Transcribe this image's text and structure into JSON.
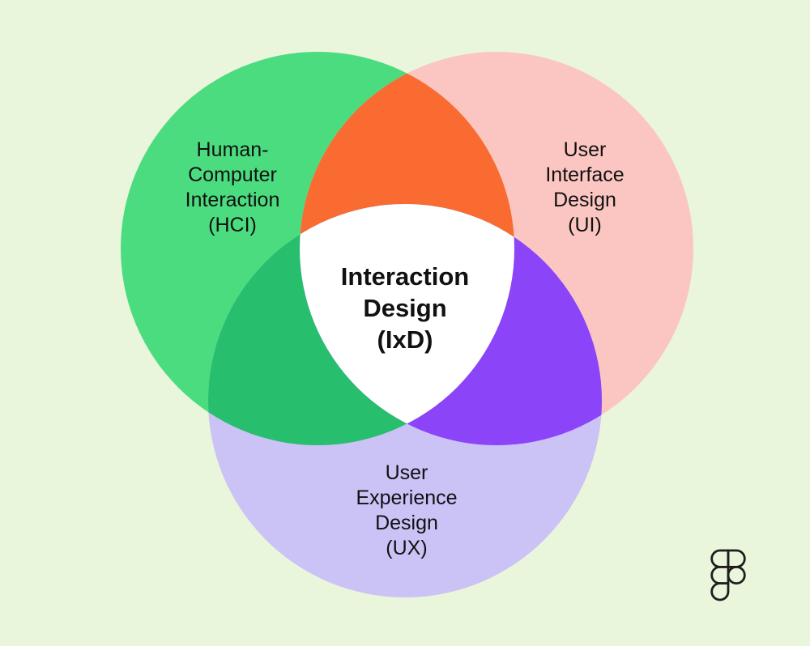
{
  "page": {
    "background": "#EAF6DB"
  },
  "diagram": {
    "type": "venn-3",
    "text_color": "#111111",
    "sets": [
      {
        "id": "hci",
        "color": "#4BDC80",
        "label_lines": [
          "Human-",
          "Computer",
          "Interaction",
          "(HCI)"
        ]
      },
      {
        "id": "ui",
        "color": "#FBC6C1",
        "label_lines": [
          "User",
          "Interface",
          "Design",
          "(UI)"
        ]
      },
      {
        "id": "ux",
        "color": "#CBC2F6",
        "label_lines": [
          "User",
          "Experience",
          "Design",
          "(UX)"
        ]
      }
    ],
    "overlaps": [
      {
        "between": "hci+ui",
        "color": "#F96B31"
      },
      {
        "between": "hci+ux",
        "color": "#27BE6E"
      },
      {
        "between": "ui+ux",
        "color": "#8B44F7"
      },
      {
        "between": "hci+ui+ux",
        "color": "#FFFFFF",
        "label_lines": [
          "Interaction",
          "Design",
          "(IxD)"
        ]
      }
    ]
  },
  "branding": {
    "logo_icon": "figma-logo",
    "color": "#1E1E1E"
  }
}
